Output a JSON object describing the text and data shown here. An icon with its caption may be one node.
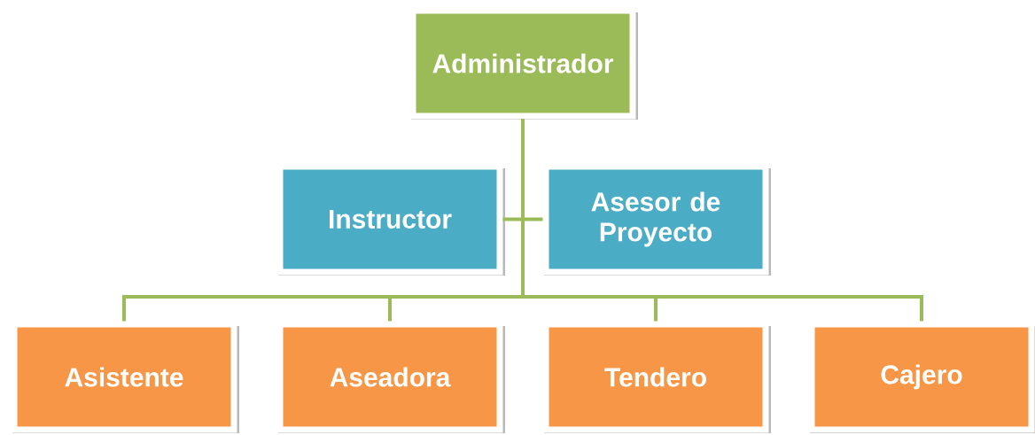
{
  "diagram": {
    "nodes": [
      {
        "text": [
          "Administrador"
        ]
      },
      {
        "text": [
          "Instructor"
        ]
      },
      {
        "text": [
          "Asesor de Proyecto"
        ]
      },
      {
        "text": [
          "Asistente"
        ]
      },
      {
        "text": [
          "Aseadora"
        ]
      },
      {
        "text": [
          "Tendero"
        ]
      },
      {
        "text": [
          "Cajero"
        ]
      }
    ],
    "edges": [
      {
        "from": 0,
        "to": 1,
        "arrow": "none"
      },
      {
        "from": 0,
        "to": 2,
        "arrow": "none"
      },
      {
        "from": 0,
        "to": 3,
        "arrow": "none"
      },
      {
        "from": 0,
        "to": 4,
        "arrow": "none"
      },
      {
        "from": 0,
        "to": 5,
        "arrow": "none"
      },
      {
        "from": 0,
        "to": 6,
        "arrow": "none"
      }
    ]
  }
}
